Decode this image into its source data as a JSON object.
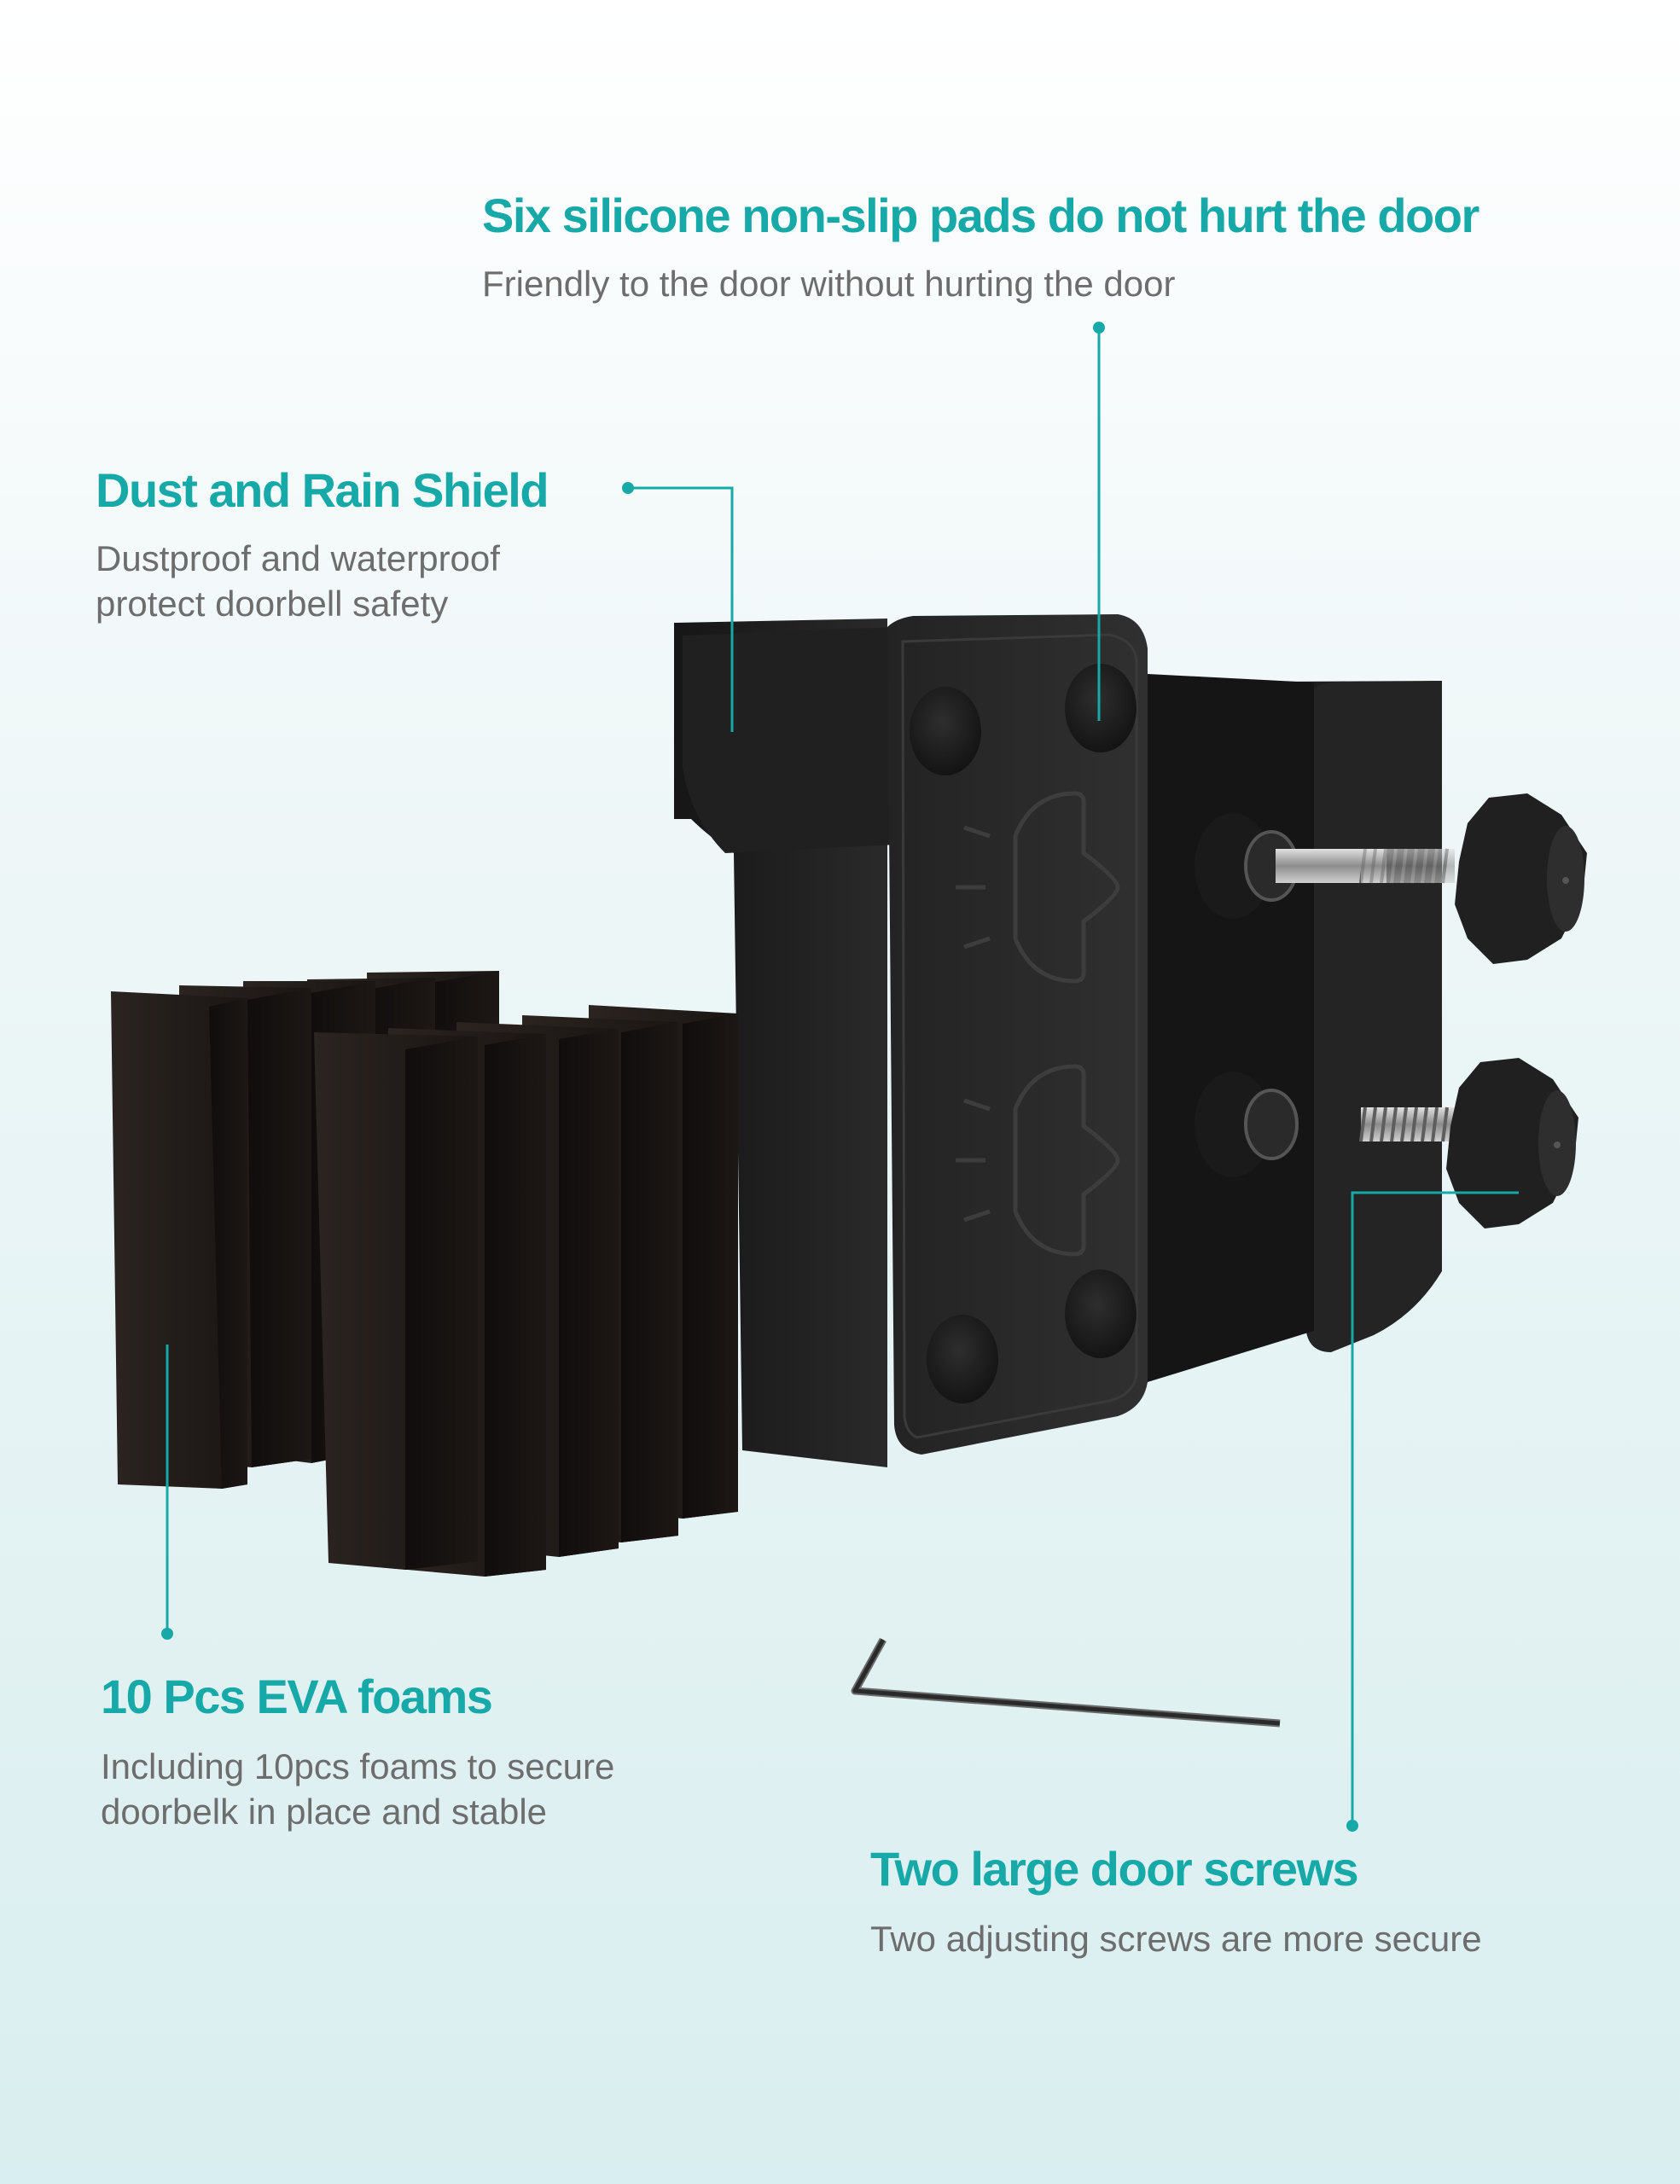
{
  "callouts": {
    "pads": {
      "title": "Six silicone non-slip pads do not hurt the door",
      "subtitle": "Friendly to the door without hurting the door"
    },
    "shield": {
      "title": "Dust and Rain Shield",
      "subtitle": "Dustproof and waterproof protect doorbell safety"
    },
    "foam": {
      "title": "10 Pcs EVA foams",
      "subtitle": "Including 10pcs foams to secure doorbelk in place and stable"
    },
    "screws": {
      "title": "Two large door screws",
      "subtitle": "Two adjusting screws are more secure"
    }
  },
  "colors": {
    "accent": "#17a8a8",
    "body_text": "#6d6d6d",
    "product": "#1c1c1c"
  },
  "icons": [
    "doorbell-icon",
    "doorbell-icon"
  ]
}
